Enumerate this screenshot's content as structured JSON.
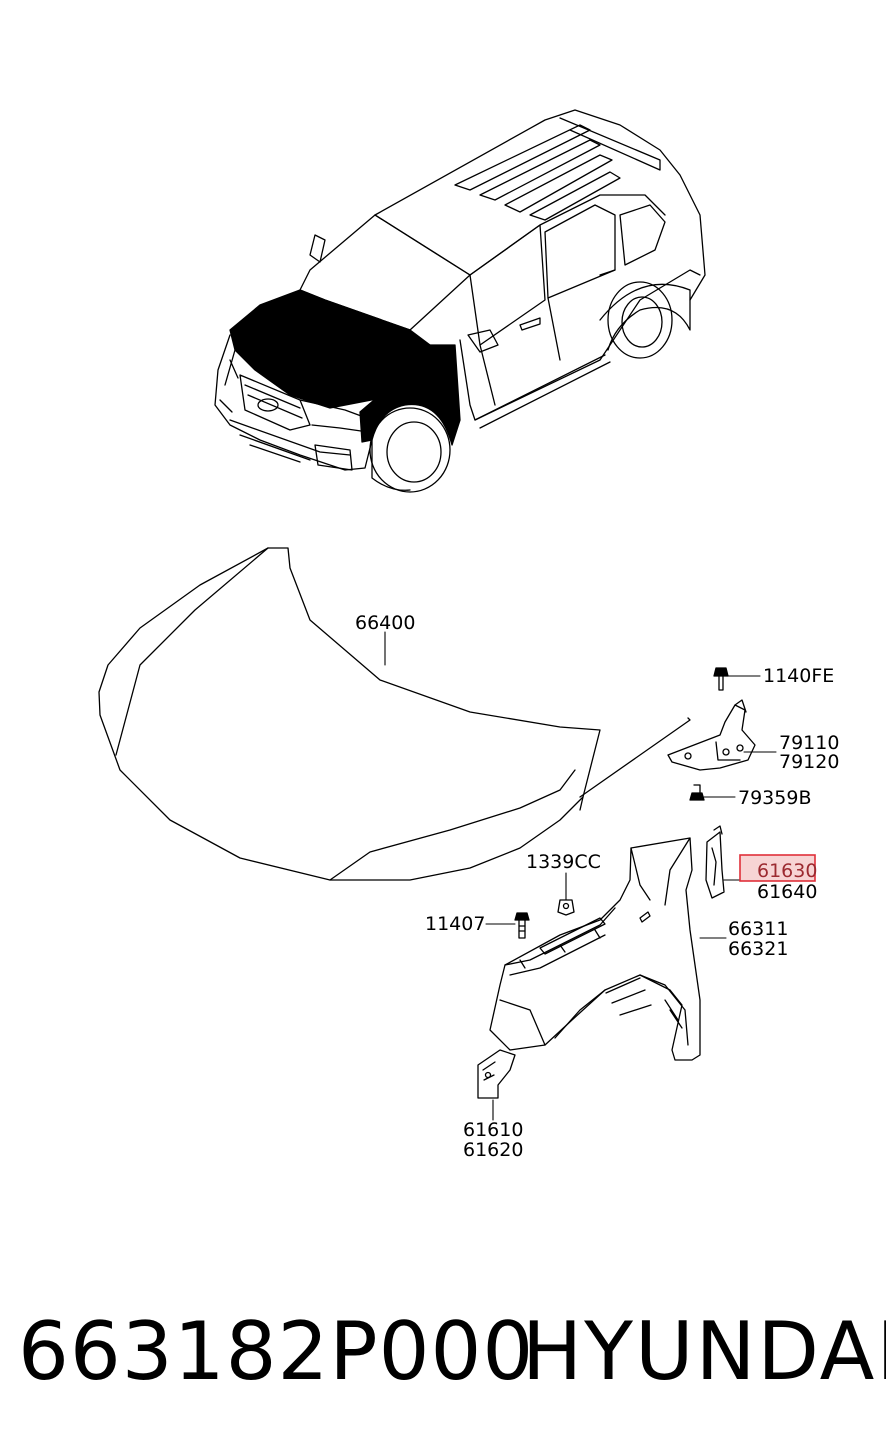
{
  "callouts": {
    "hood": "66400",
    "bolt_top": "1140FE",
    "hinge_a": "79110",
    "hinge_b": "79120",
    "hinge_bolt": "79359B",
    "nut": "1339CC",
    "bolt_side": "11407",
    "bracket_a": "61630",
    "bracket_b": "61640",
    "fender_a": "66311",
    "fender_b": "66321",
    "lower_a": "61610",
    "lower_b": "61620"
  },
  "highlight": {
    "target": "61630",
    "color": "#e0303a"
  },
  "footer": {
    "part_number": "663182P000",
    "brand": "HYUNDAI"
  }
}
